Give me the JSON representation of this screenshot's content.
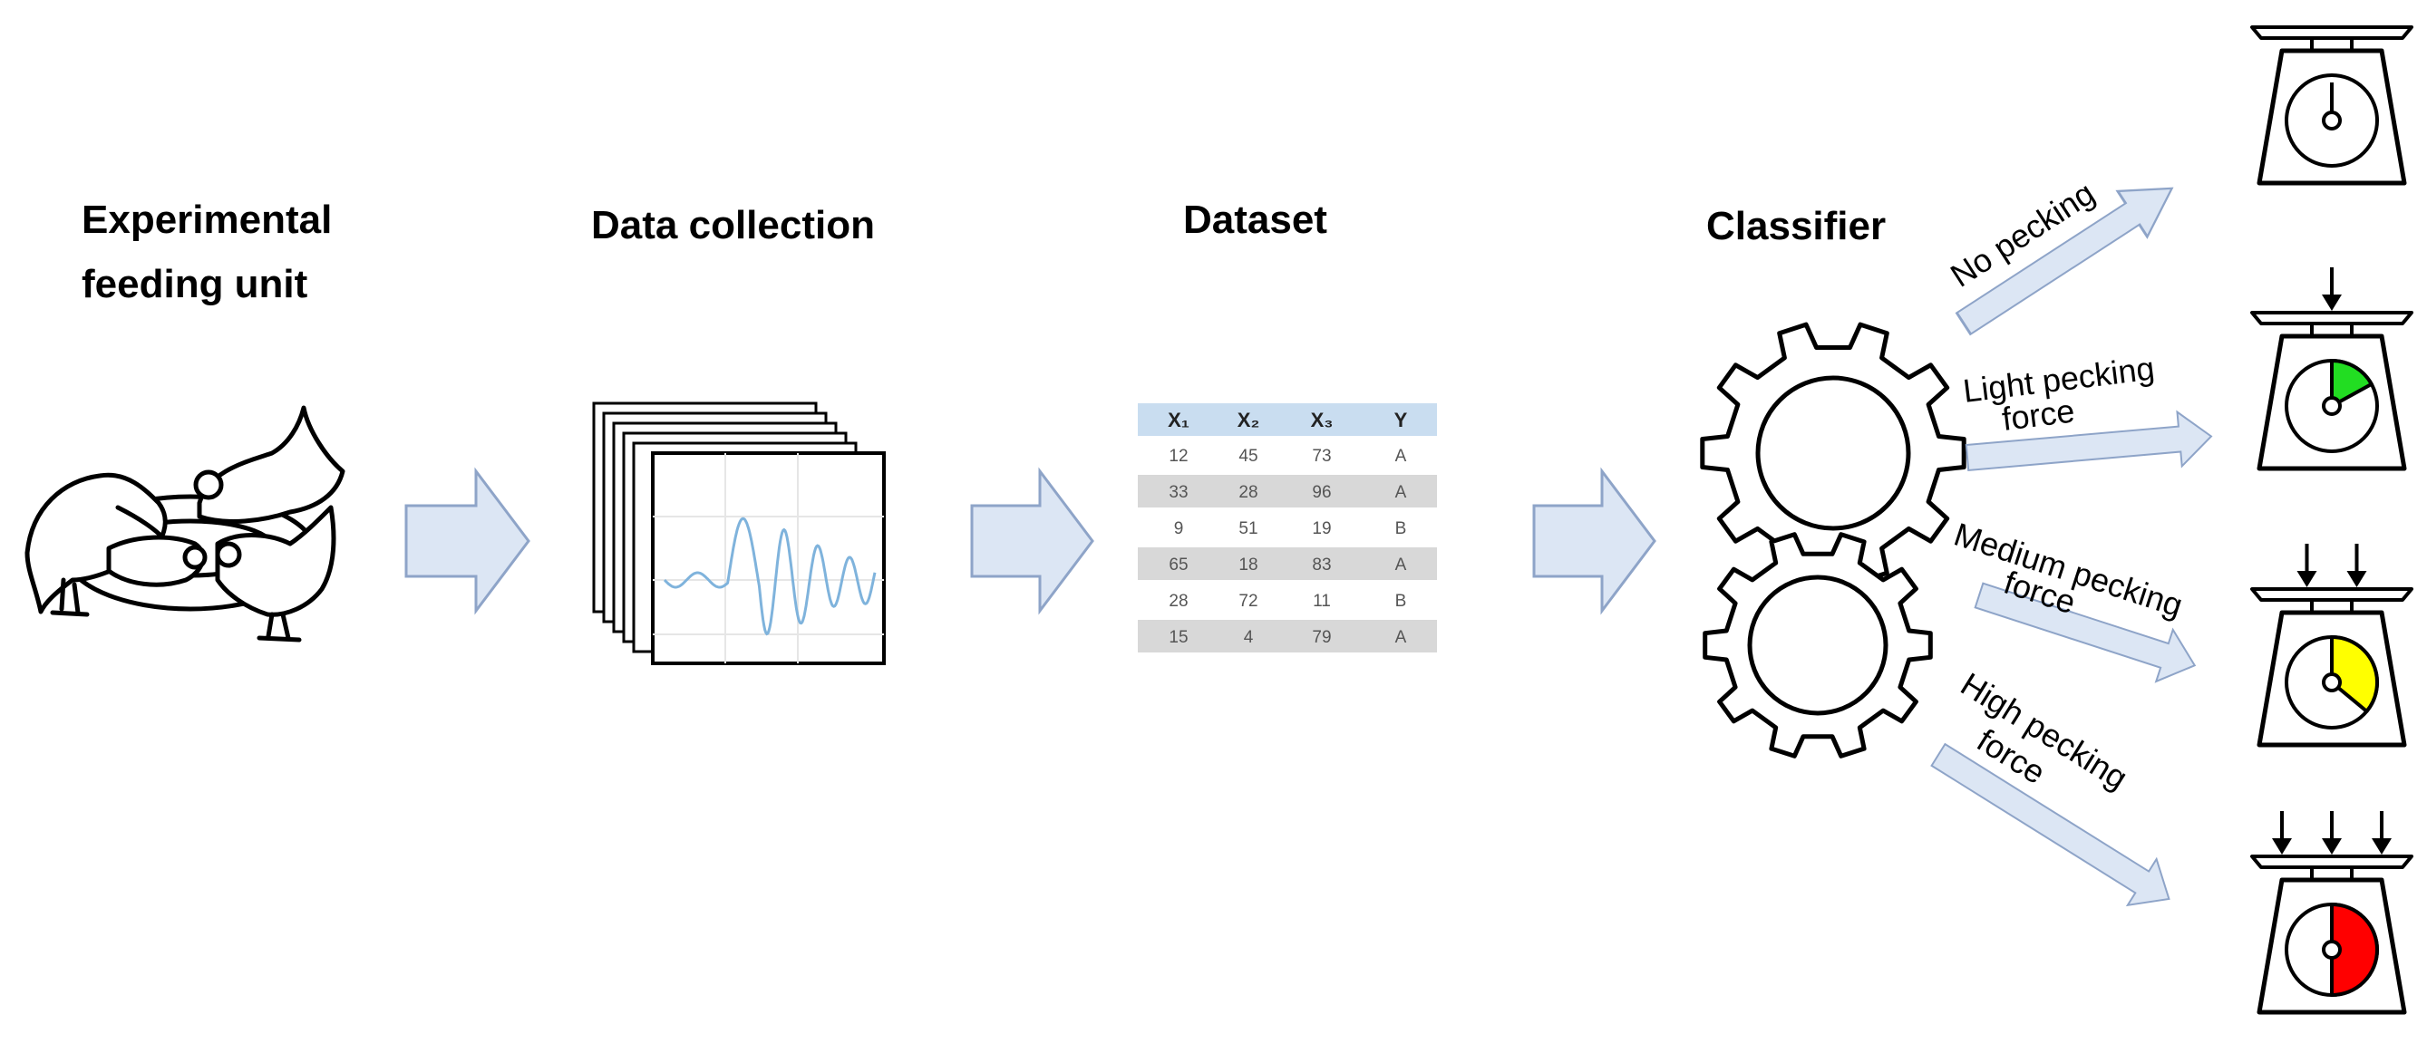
{
  "stages": {
    "feeding_unit": [
      "Experimental",
      "feeding unit"
    ],
    "data_collection": "Data collection",
    "dataset": "Dataset",
    "classifier": "Classifier"
  },
  "dataset_table": {
    "headers": [
      "X₁",
      "X₂",
      "X₃",
      "Y"
    ],
    "rows": [
      [
        "12",
        "45",
        "73",
        "A"
      ],
      [
        "33",
        "28",
        "96",
        "A"
      ],
      [
        "9",
        "51",
        "19",
        "B"
      ],
      [
        "65",
        "18",
        "83",
        "A"
      ],
      [
        "28",
        "72",
        "11",
        "B"
      ],
      [
        "15",
        "4",
        "79",
        "A"
      ]
    ]
  },
  "classes": [
    {
      "label": [
        "No pecking"
      ],
      "indicator_arrows": 0,
      "dial_fill": 0,
      "dial_color": ""
    },
    {
      "label": [
        "Light pecking",
        "force"
      ],
      "indicator_arrows": 1,
      "dial_fill": 0.17,
      "dial_color": "#22dd22"
    },
    {
      "label": [
        "Medium pecking",
        "force"
      ],
      "indicator_arrows": 2,
      "dial_fill": 0.36,
      "dial_color": "#ffff00"
    },
    {
      "label": [
        "High pecking",
        "force"
      ],
      "indicator_arrows": 3,
      "dial_fill": 0.5,
      "dial_color": "#ff0000"
    }
  ],
  "colors": {
    "arrow_fill": "#dce6f4",
    "arrow_stroke": "#8ea4c8",
    "table_header": "#c9ddf0",
    "table_stripe": "#d8d8d8",
    "signal": "#7fb3dc"
  }
}
